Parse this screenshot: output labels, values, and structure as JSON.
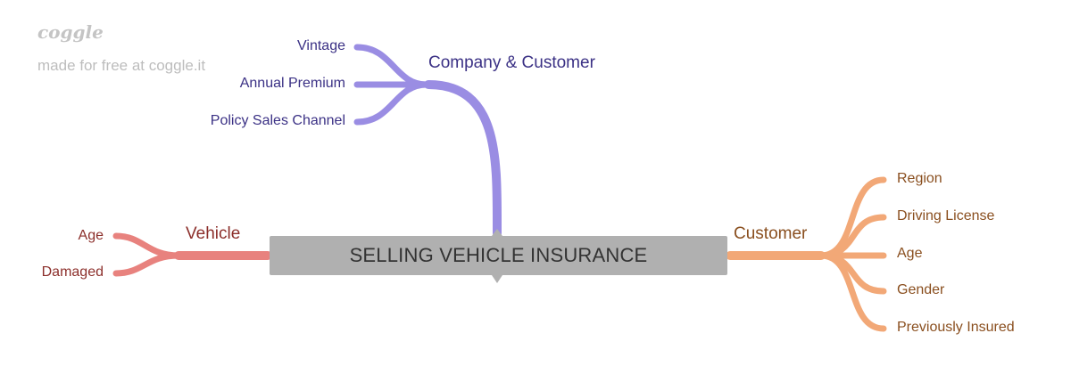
{
  "watermark": {
    "logo": "coggle",
    "tagline": "made for free at coggle.it"
  },
  "root": {
    "label": "SELLING VEHICLE INSURANCE"
  },
  "branches": {
    "company_customer": {
      "label": "Company & Customer",
      "color": "#9a8de3",
      "text_color": "#3b3185",
      "children": [
        "Vintage",
        "Annual Premium",
        "Policy Sales Channel"
      ]
    },
    "vehicle": {
      "label": "Vehicle",
      "color": "#e8827e",
      "text_color": "#8c2f2b",
      "children": [
        "Age",
        "Damaged"
      ]
    },
    "customer": {
      "label": "Customer",
      "color": "#f2a877",
      "text_color": "#8a4f1f",
      "children": [
        "Region",
        "Driving License",
        "Age",
        "Gender",
        "Previously Insured"
      ]
    }
  },
  "colors": {
    "root_fill": "#b0b0b0",
    "root_text": "#333333"
  }
}
